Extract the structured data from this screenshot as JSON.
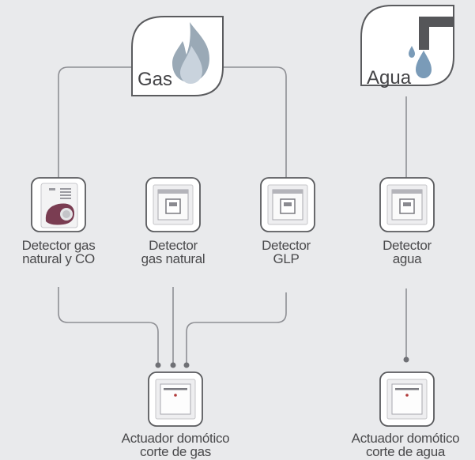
{
  "sources": {
    "gas": {
      "label": "Gas",
      "icon": "flame-icon"
    },
    "agua": {
      "label": "Agua",
      "icon": "faucet-drops-icon"
    }
  },
  "detectors": [
    {
      "id": "gas-co",
      "line1": "Detector gas",
      "line2": "natural y CO",
      "icon": "gas-co-detector-icon"
    },
    {
      "id": "gas-natural",
      "line1": "Detector",
      "line2": "gas natural",
      "icon": "flood-sensor-icon"
    },
    {
      "id": "glp",
      "line1": "Detector",
      "line2": "GLP",
      "icon": "flood-sensor-icon"
    },
    {
      "id": "agua",
      "line1": "Detector",
      "line2": "agua",
      "icon": "flood-sensor-icon"
    }
  ],
  "actuators": [
    {
      "id": "gas",
      "line1": "Actuador domótico",
      "line2": "corte de gas",
      "icon": "actuator-icon"
    },
    {
      "id": "agua",
      "line1": "Actuador domótico",
      "line2": "corte de agua",
      "icon": "actuator-icon"
    }
  ],
  "colors": {
    "line": "#8e8f94",
    "box_stroke": "#5a5b5e",
    "text": "#4a4a4c",
    "drop": "#7a9bb8",
    "pipe": "#555659"
  }
}
